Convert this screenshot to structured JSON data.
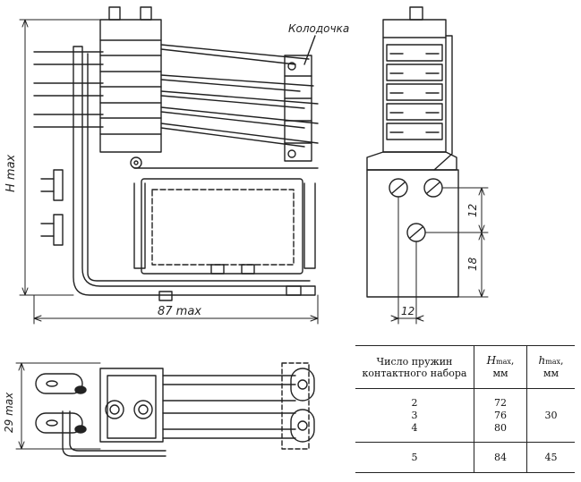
{
  "labels": {
    "kolodochka": "Колодочка",
    "h_max": "H max",
    "width_87": "87 max",
    "height_29": "29 max",
    "dim_12_vertical": "12",
    "dim_18": "18",
    "dim_12_horizontal": "12"
  },
  "table": {
    "col1_header_line1": "Число пружин",
    "col1_header_line2": "контактного набора",
    "col2_header_symbol": "H",
    "col2_header_sub": "max",
    "col2_header_unit": "мм",
    "col3_header_symbol": "h",
    "col3_header_sub": "max",
    "col3_header_unit": "мм",
    "rows": [
      {
        "springs": "2",
        "H": "72"
      },
      {
        "springs": "3",
        "H": "76"
      },
      {
        "springs": "4",
        "H": "80"
      }
    ],
    "h_group": "30",
    "last_row": {
      "springs": "5",
      "H": "84",
      "h": "45"
    }
  }
}
